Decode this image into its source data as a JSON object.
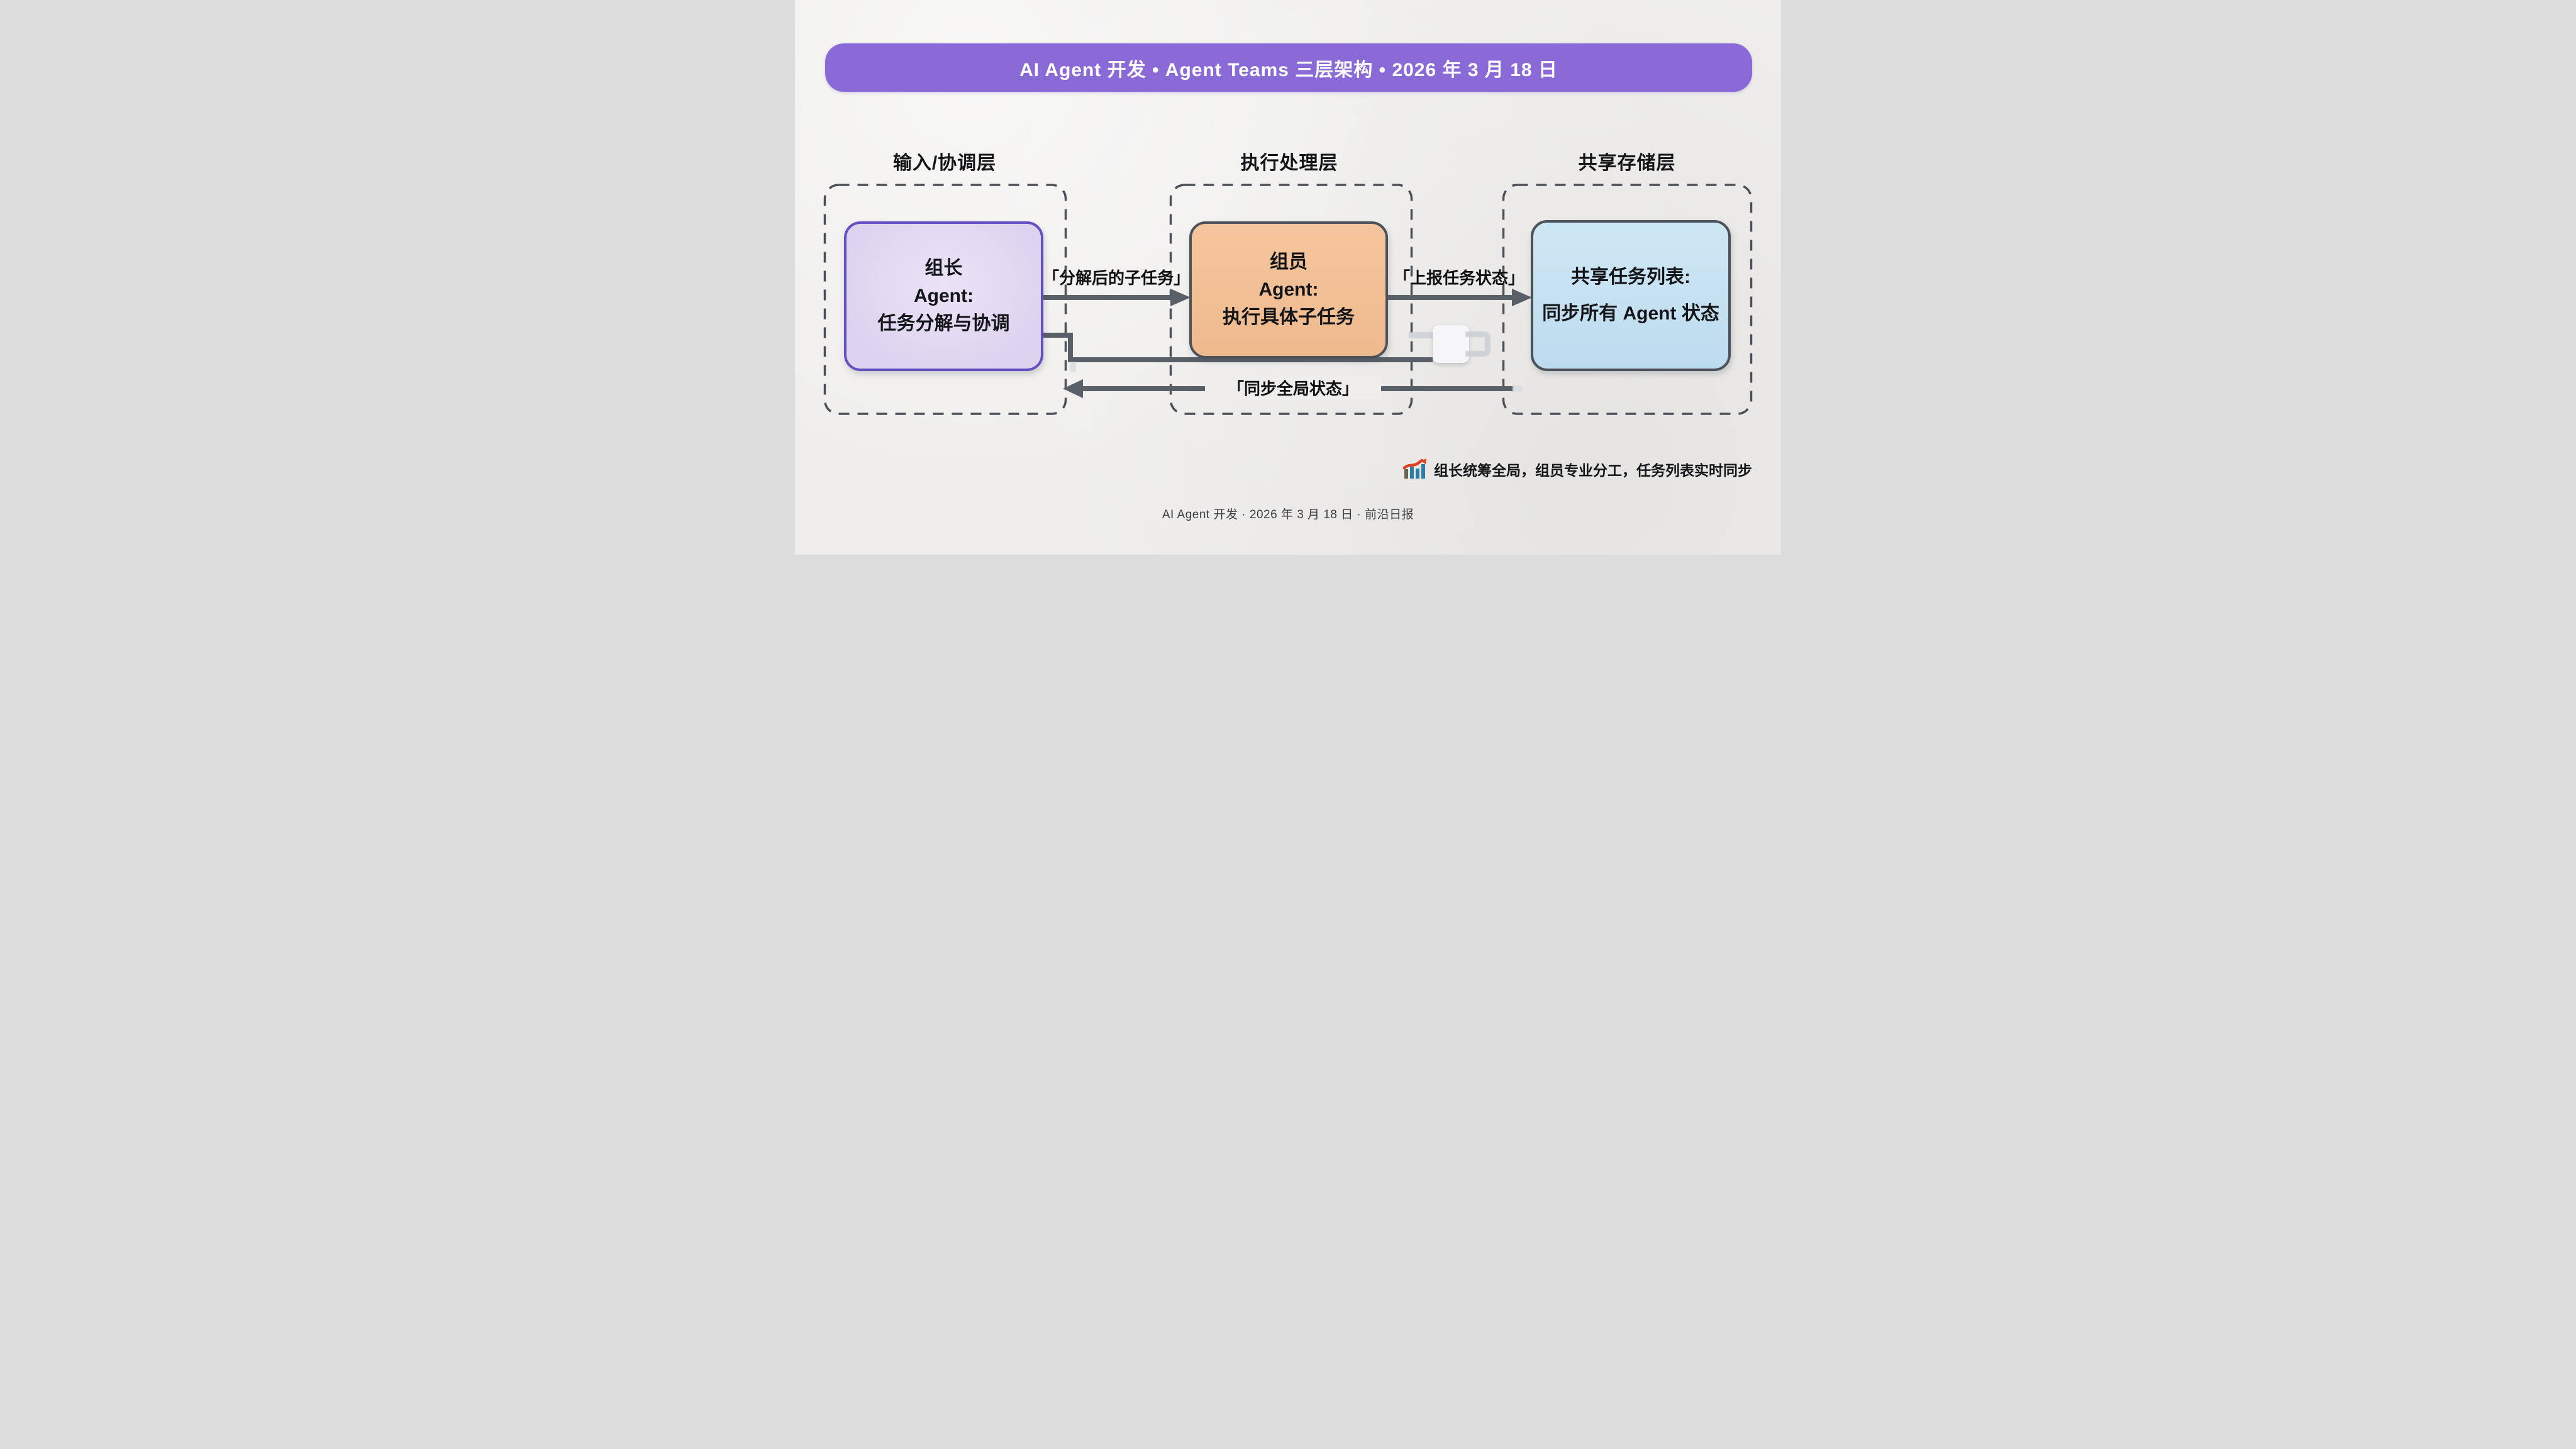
{
  "header": {
    "title": "AI Agent 开发 • Agent Teams 三层架构 • 2026 年 3 月 18 日"
  },
  "layers": [
    {
      "label": "输入/协调层"
    },
    {
      "label": "执行处理层"
    },
    {
      "label": "共享存储层"
    }
  ],
  "nodes": {
    "leader": {
      "lines": [
        "组长",
        "Agent:",
        "任务分解与协调"
      ]
    },
    "member": {
      "lines": [
        "组员",
        "Agent:",
        "执行具体子任务"
      ]
    },
    "storage": {
      "lines": [
        "共享任务列表:",
        "同步所有 Agent 状态"
      ]
    }
  },
  "edges": {
    "subtask_label": "「分解后的子任务」",
    "report_label": "「上报任务状态」",
    "sync_label": "「同步全局状态」"
  },
  "note": {
    "icon": "chart-increasing-icon",
    "text": "组长统筹全局，组员专业分工，任务列表实时同步"
  },
  "footer": {
    "text": "AI Agent 开发 · 2026 年 3 月 18 日 · 前沿日报"
  },
  "colors": {
    "background": "#efeeec",
    "banner_bg": "#8a6ad6",
    "banner_text": "#ffffff",
    "text_dark": "#141518",
    "dash_border": "#4b5058",
    "arrow": "#5a6067",
    "leader_fill": "#ddd3ef",
    "leader_border": "#6450be",
    "member_fill": "#f2bf95",
    "storage_fill": "#c4e0f1",
    "node_border": "#4c525a",
    "ghost": "#c9cdd4",
    "icon_red": "#df3f22",
    "icon_blue": "#2d7ca3",
    "icon_dark": "#6b6054",
    "footer_text": "#3c3e43"
  }
}
